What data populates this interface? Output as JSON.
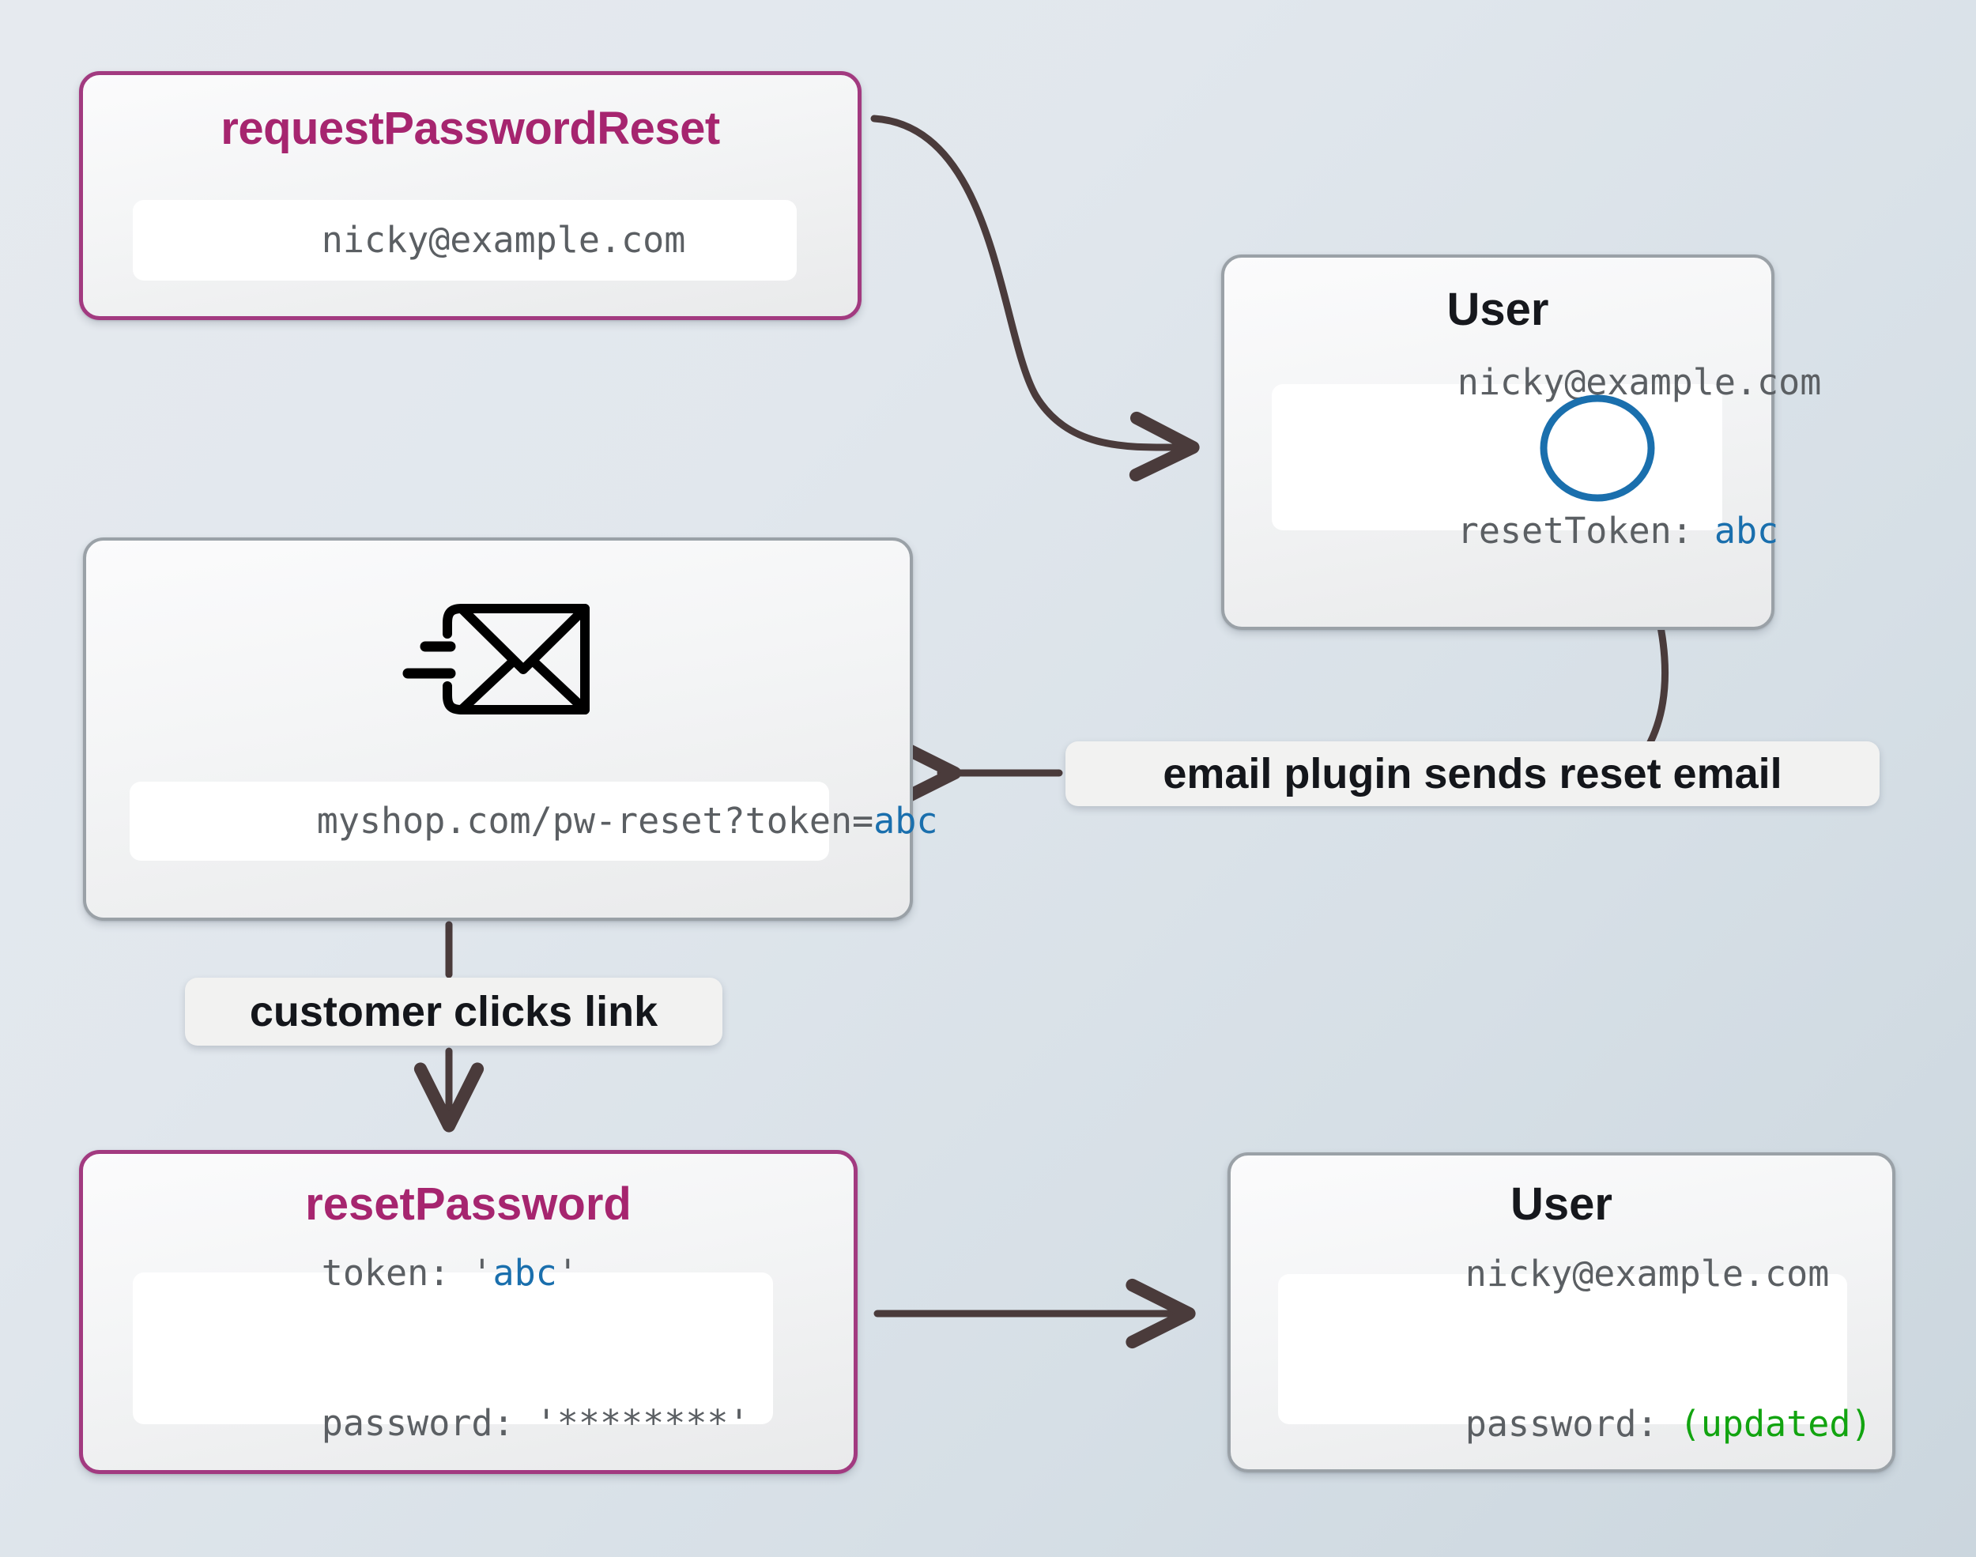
{
  "diagram": {
    "title": "password reset token flow",
    "background_gradient": [
      "#e6eaef",
      "#cbd6de"
    ],
    "accent_purple": "#a23a80",
    "accent_blue": "#1a6fad",
    "accent_green": "#12a410",
    "edge_color": "#4a3b3b"
  },
  "nodes": {
    "request_password_reset": {
      "title": "requestPasswordReset",
      "field_lines": [
        [
          {
            "text": "nicky@example.com",
            "color": "default"
          }
        ]
      ]
    },
    "user_top": {
      "title": "User",
      "field_lines": [
        [
          {
            "text": "nicky@example.com",
            "color": "default"
          }
        ],
        [
          {
            "text": "resetToken: ",
            "color": "default"
          },
          {
            "text": "abc",
            "color": "blue",
            "circled": true
          }
        ]
      ]
    },
    "email_message": {
      "icon": "envelope-send-icon",
      "field_lines": [
        [
          {
            "text": "myshop.com/pw-reset?token=",
            "color": "default"
          },
          {
            "text": "abc",
            "color": "blue"
          }
        ]
      ]
    },
    "reset_password": {
      "title": "resetPassword",
      "field_lines": [
        [
          {
            "text": "token: '",
            "color": "default"
          },
          {
            "text": "abc",
            "color": "blue"
          },
          {
            "text": "'",
            "color": "default"
          }
        ],
        [
          {
            "text": "password: '********'",
            "color": "default"
          }
        ]
      ]
    },
    "user_bottom": {
      "title": "User",
      "field_lines": [
        [
          {
            "text": "nicky@example.com",
            "color": "default"
          }
        ],
        [
          {
            "text": "password: ",
            "color": "default"
          },
          {
            "text": "(updated)",
            "color": "green"
          }
        ]
      ]
    }
  },
  "edge_labels": {
    "email_plugin": "email plugin sends reset email",
    "customer_clicks": "customer clicks link"
  },
  "edges": [
    {
      "from": "request_password_reset",
      "to": "user_top",
      "style": "curved",
      "arrow": "end"
    },
    {
      "from": "user_top",
      "to": "email_plugin_label",
      "style": "curved",
      "arrow": "none"
    },
    {
      "from": "email_plugin_label",
      "to": "email_message",
      "style": "straight",
      "arrow": "start"
    },
    {
      "from": "email_message",
      "to": "reset_password",
      "style": "straight-vertical",
      "arrow": "end"
    },
    {
      "from": "reset_password",
      "to": "user_bottom",
      "style": "straight",
      "arrow": "end"
    }
  ]
}
